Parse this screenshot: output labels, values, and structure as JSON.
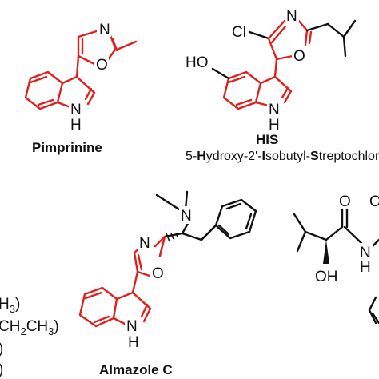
{
  "molecules": {
    "pimprinine": {
      "name": "Pimprinine",
      "atoms": {
        "n_oxazole": "N",
        "o_oxazole": "O",
        "n_indole": "N",
        "h_indole": "H"
      }
    },
    "his": {
      "name": "HIS",
      "subtitle_parts": [
        "5-",
        "H",
        "ydroxy-2'-",
        "I",
        "sobutyl-",
        "S",
        "treptochlorin"
      ],
      "atoms": {
        "cl": "Cl",
        "n_oxazole": "N",
        "o_oxazole": "O",
        "oh": "HO",
        "n_indole": "N",
        "h_indole": "H"
      }
    },
    "almazole": {
      "name": "Almazole C",
      "atoms": {
        "n_amine": "N",
        "n_oxazole": "N",
        "o_oxazole": "O",
        "n_indole": "N",
        "h_indole": "H"
      }
    },
    "right_fragment": {
      "atoms": {
        "o_carbonyl": "O",
        "nh_n": "N",
        "nh_h": "H",
        "oh_o": "OH",
        "top_letter": "O"
      }
    },
    "left_fragments": {
      "lines": [
        {
          "main": "H",
          "sub": "3",
          "close": ")"
        },
        {
          "main": "CH",
          "sub": "2",
          "main2": "CH",
          "sub2": "3",
          "close": ")"
        },
        {
          "main": "",
          "sub": "",
          "close": ")"
        },
        {
          "main": "",
          "sub": "",
          "close": ")"
        }
      ]
    }
  },
  "colors": {
    "highlight": "#e0201b",
    "ink": "#111111",
    "background": "#ffffff"
  }
}
